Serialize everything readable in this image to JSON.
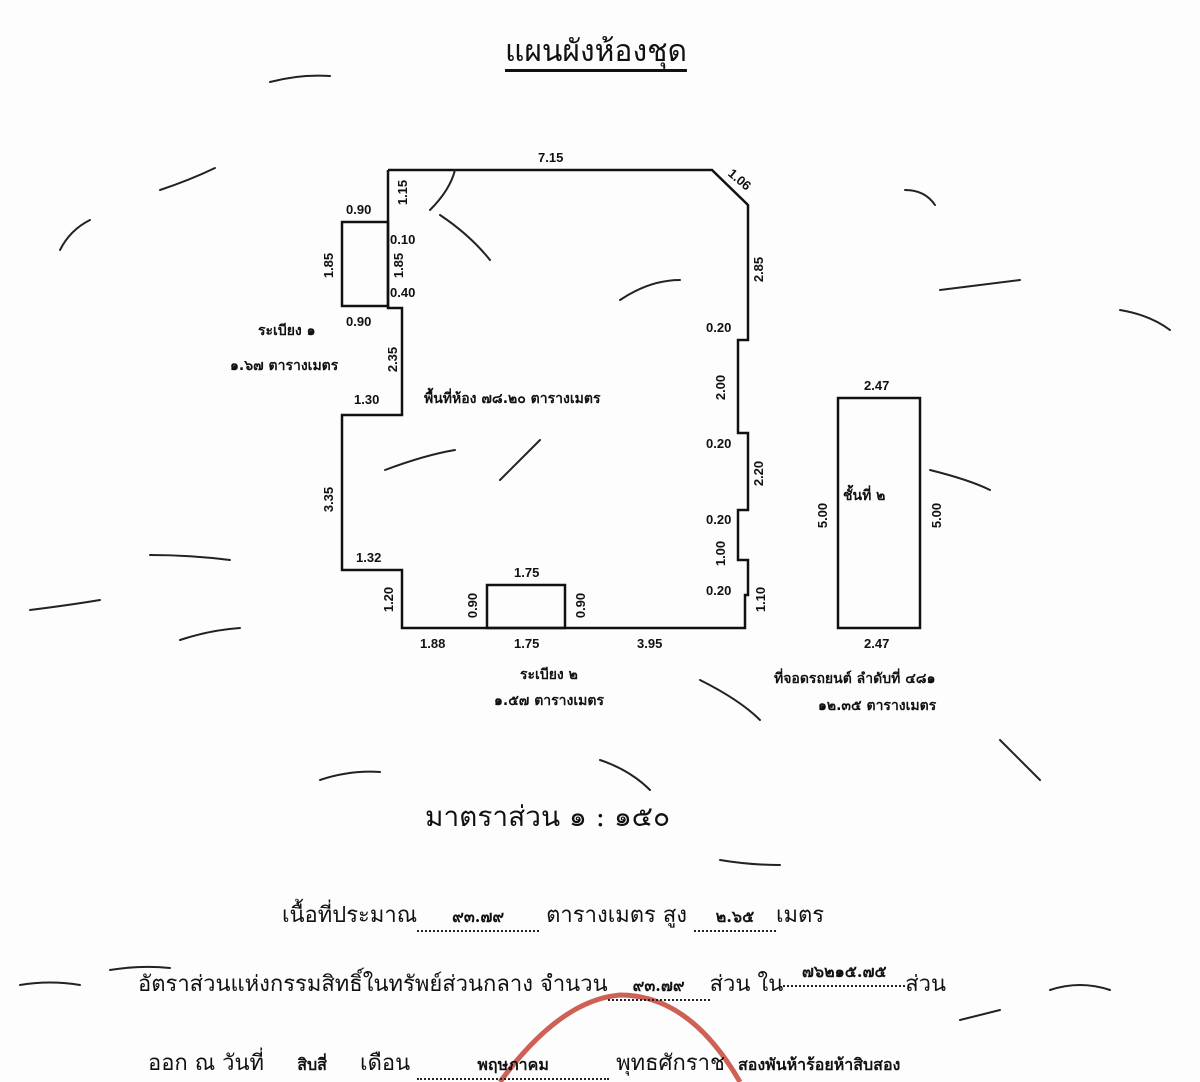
{
  "title": "แผนผังห้องชุด",
  "room": {
    "area_label": "พื้นที่ห้อง ๗๘.๒๐ ตารางเมตร",
    "dimensions": {
      "top": "7.15",
      "diag": "1.06",
      "left_top": "1.15",
      "bal1_width": "0.90",
      "bal1_gap_top": "0.10",
      "bal1_height_in": "1.85",
      "bal1_height_out": "1.85",
      "bal1_gap_bottom": "0.40",
      "step1": "0.90",
      "left_mid": "2.35",
      "step2": "1.30",
      "left_low": "3.35",
      "step3": "1.32",
      "left_bottom": "1.20",
      "right_top": "2.85",
      "notch1": "0.20",
      "right_mid1": "2.00",
      "notch2": "0.20",
      "right_mid2": "2.20",
      "notch3": "0.20",
      "right_mid3": "1.00",
      "notch4": "0.20",
      "right_bottom": "1.10",
      "bal2_top": "1.75",
      "bal2_left": "0.90",
      "bal2_right": "0.90",
      "bottom_left": "1.88",
      "bottom_mid": "1.75",
      "bottom_right": "3.95"
    }
  },
  "balcony1": {
    "name": "ระเบียง ๑",
    "area": "๑.๖๗ ตารางเมตร"
  },
  "balcony2": {
    "name": "ระเบียง ๒",
    "area": "๑.๕๗ ตารางเมตร"
  },
  "parking": {
    "floor": "ชั้นที่ ๒",
    "top": "2.47",
    "bottom": "2.47",
    "left": "5.00",
    "right": "5.00",
    "name": "ที่จอดรถยนต์ ลำดับที่ ๔๘๑",
    "area": "๑๒.๓๕ ตารางเมตร"
  },
  "scale": "มาตราส่วน ๑ : ๑๕๐",
  "area_line": {
    "label": "เนื้อที่ประมาณ",
    "area": "๙๓.๗๙",
    "unit": "ตารางเมตร",
    "height_label": "สูง",
    "height": "๒.๖๕",
    "height_unit": "เมตร"
  },
  "ratio_line": {
    "label": "อัตราส่วนแห่งกรรมสิทธิ์ในทรัพย์ส่วนกลาง",
    "amount_label": "จำนวน",
    "amount": "๙๓.๗๙",
    "share": "ส่วน",
    "of": "ใน",
    "total": "๗๖๒๑๕.๗๕",
    "share2": "ส่วน"
  },
  "date_line": {
    "prefix": "ออก ณ วันที่",
    "day": "สิบสี่",
    "month_label": "เดือน",
    "month": "พฤษภาคม",
    "year_label": "พุทธศักราช",
    "year": "สองพันห้าร้อยห้าสิบสอง"
  },
  "colors": {
    "ink": "#111111",
    "stamp": "#c0392b"
  }
}
